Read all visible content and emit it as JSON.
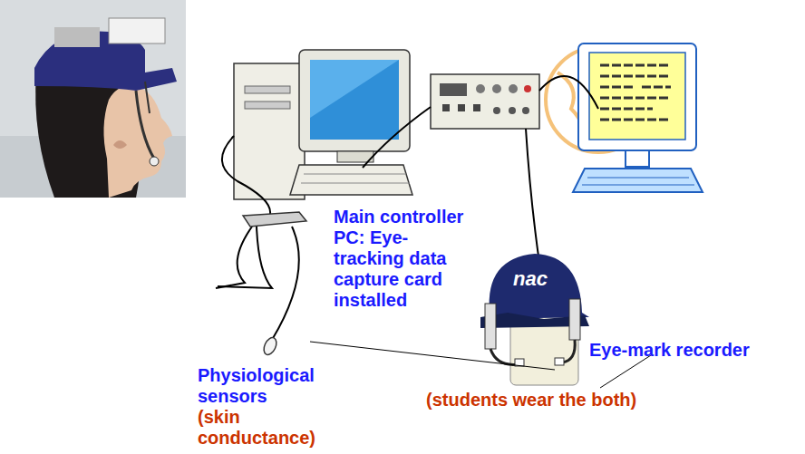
{
  "diagram": {
    "labels": [
      "Main controller PC: Eye-tracking data capture card installed",
      "nac",
      "Eye-mark recorder",
      "Physiological sensors",
      "(skin conductance)",
      "(students wear the both)"
    ]
  }
}
